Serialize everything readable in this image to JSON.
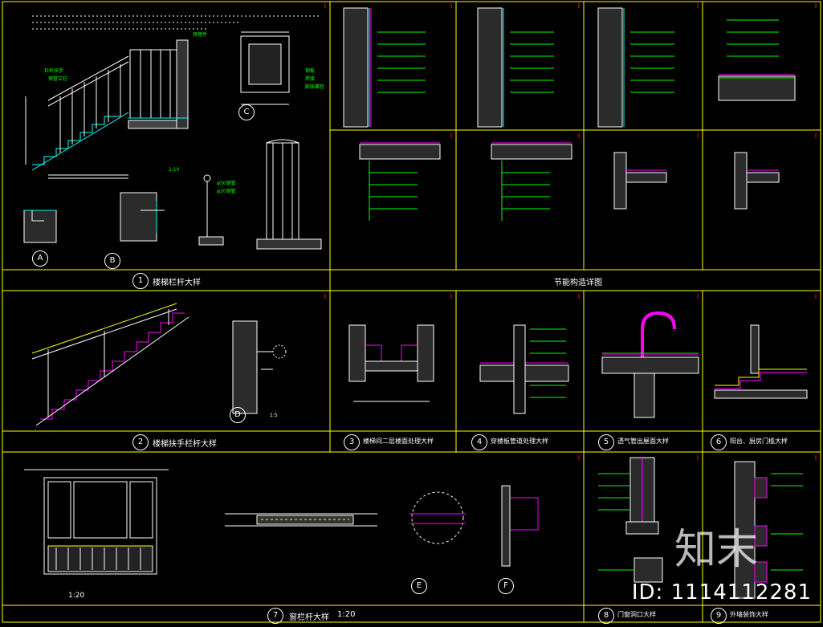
{
  "panels": [
    {
      "num": "1",
      "title": "楼梯栏杆大样"
    },
    {
      "num": "2",
      "title": "楼梯扶手栏杆大样"
    },
    {
      "num": "3",
      "title": "楼梯间二层楼面处理大样"
    },
    {
      "num": "4",
      "title": "穿楼板管道处理大样"
    },
    {
      "num": "5",
      "title": "透气管出屋面大样"
    },
    {
      "num": "6",
      "title": "阳台、厨房门槛大样"
    },
    {
      "num": "7",
      "title": "窗栏杆大样"
    },
    {
      "num": "8",
      "title": "门窗洞口大样"
    },
    {
      "num": "9",
      "title": "外墙装饰大样"
    }
  ],
  "middle_band_title": "节能构造详图",
  "sub_labels": {
    "a": "A",
    "b": "B",
    "c": "C",
    "d": "D",
    "e": "E",
    "f": "F"
  },
  "scales": {
    "s120": "1:20",
    "s110": "1:10",
    "s15": "1:5"
  },
  "watermark": {
    "logo": "知末",
    "id": "ID: 1114112281"
  },
  "colors": {
    "line": "#ffffff",
    "green": "#00ff00",
    "cyan": "#00ffff",
    "yellow": "#ffff00",
    "magenta": "#ff00ff",
    "red": "#ff0000"
  }
}
